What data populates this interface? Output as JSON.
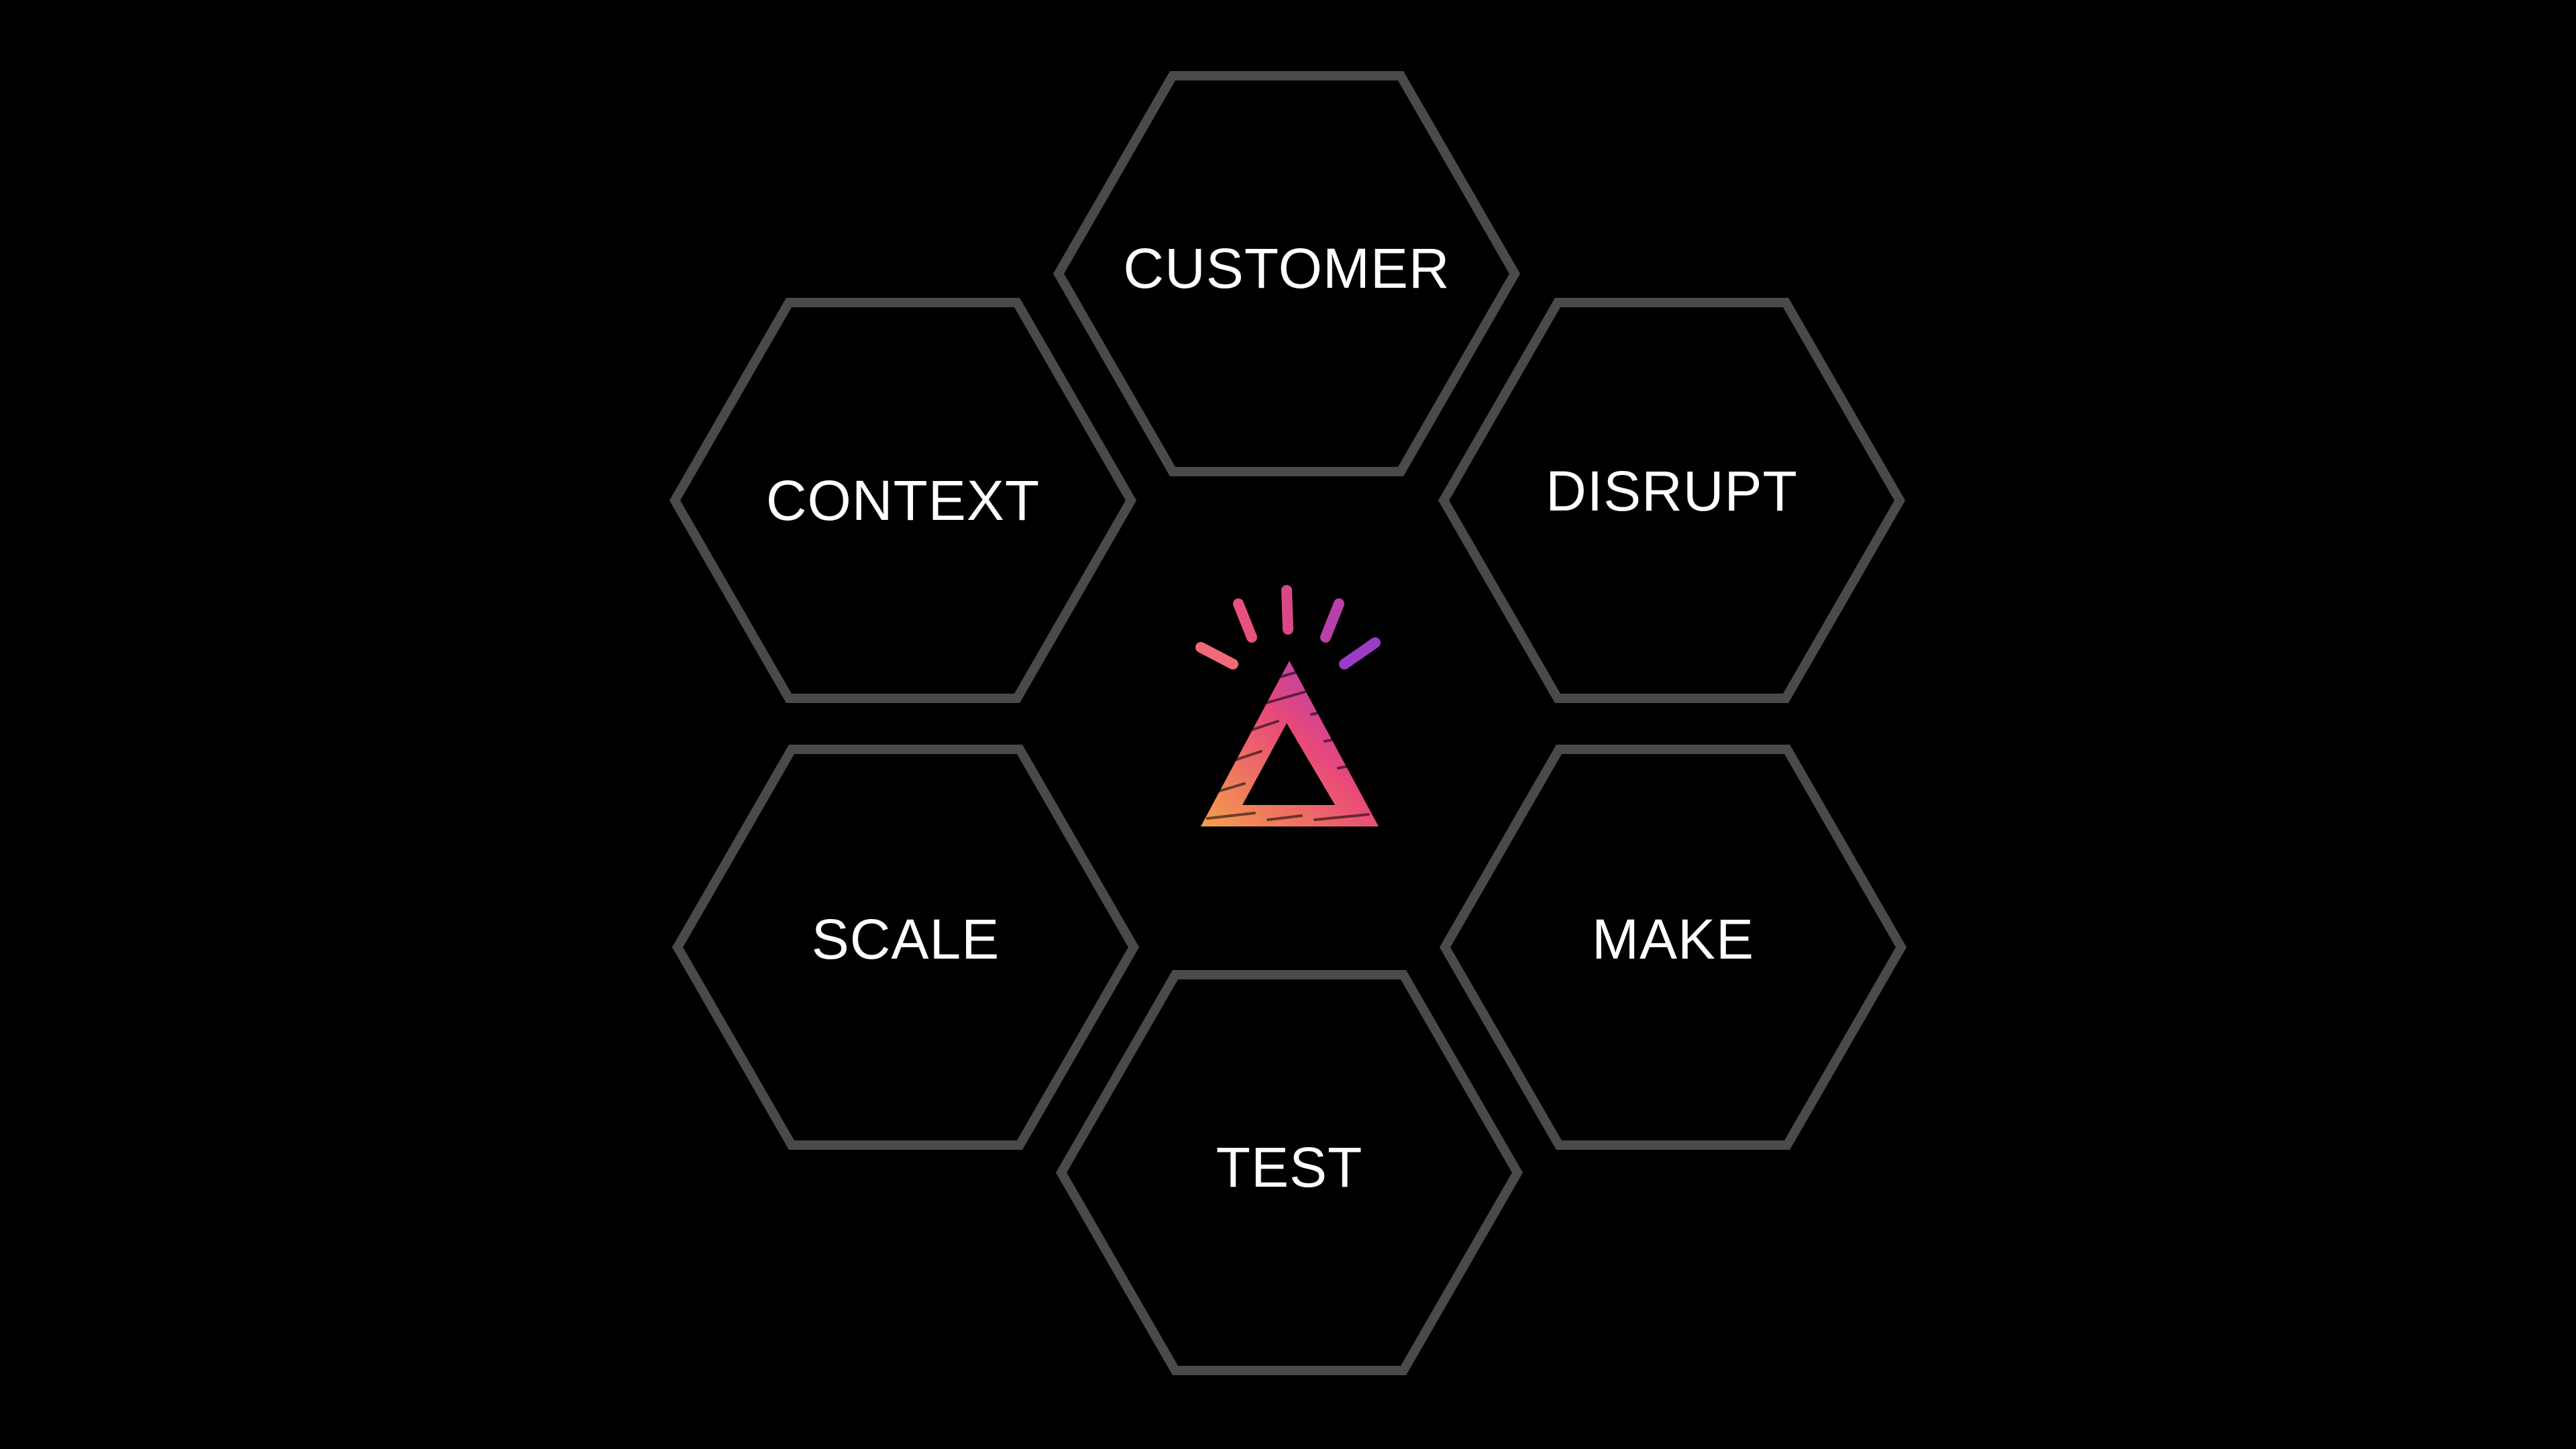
{
  "colors": {
    "background": "#000000",
    "hexagon_outline": "#4a4a4a",
    "label_text": "#ffffff",
    "logo_gradient": [
      "#f5a04a",
      "#e8487a",
      "#9a3cc8"
    ]
  },
  "center_logo": {
    "icon": "sketched-triangle-with-rays-icon"
  },
  "hexagons": [
    {
      "id": "customer",
      "label": "CUSTOMER"
    },
    {
      "id": "disrupt",
      "label": "DISRUPT"
    },
    {
      "id": "make",
      "label": "MAKE"
    },
    {
      "id": "test",
      "label": "TEST"
    },
    {
      "id": "scale",
      "label": "SCALE"
    },
    {
      "id": "context",
      "label": "CONTEXT"
    }
  ]
}
